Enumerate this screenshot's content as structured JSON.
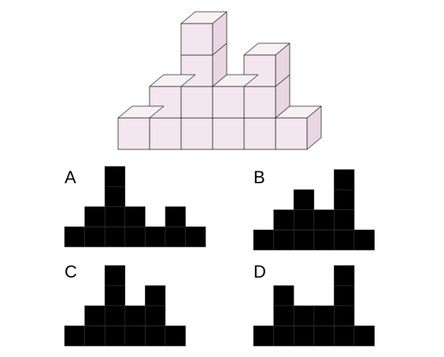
{
  "colors": {
    "cube_top": "#f7f0f4",
    "cube_front": "#f3e6ee",
    "cube_side": "#e9d6e2",
    "cube_edge": "#2a2a2a",
    "silhouette_fill": "#000000",
    "silhouette_grid": "#3a3a3a"
  },
  "cube_figure": {
    "columns": [
      {
        "col": 0,
        "height": 1,
        "depth": 0
      },
      {
        "col": 1,
        "height": 2,
        "depth": 0
      },
      {
        "col": 2,
        "height": 4,
        "depth": 0
      },
      {
        "col": 3,
        "height": 2,
        "depth": 0
      },
      {
        "col": 4,
        "height": 3,
        "depth": 0
      },
      {
        "col": 5,
        "height": 1,
        "depth": 0
      }
    ]
  },
  "options": [
    {
      "label": "A",
      "heights": [
        1,
        2,
        4,
        2,
        1,
        2,
        1
      ]
    },
    {
      "label": "B",
      "heights": [
        1,
        2,
        3,
        2,
        4,
        1
      ]
    },
    {
      "label": "C",
      "heights": [
        1,
        2,
        4,
        2,
        3,
        1
      ]
    },
    {
      "label": "D",
      "heights": [
        1,
        3,
        2,
        2,
        4,
        1
      ]
    }
  ]
}
